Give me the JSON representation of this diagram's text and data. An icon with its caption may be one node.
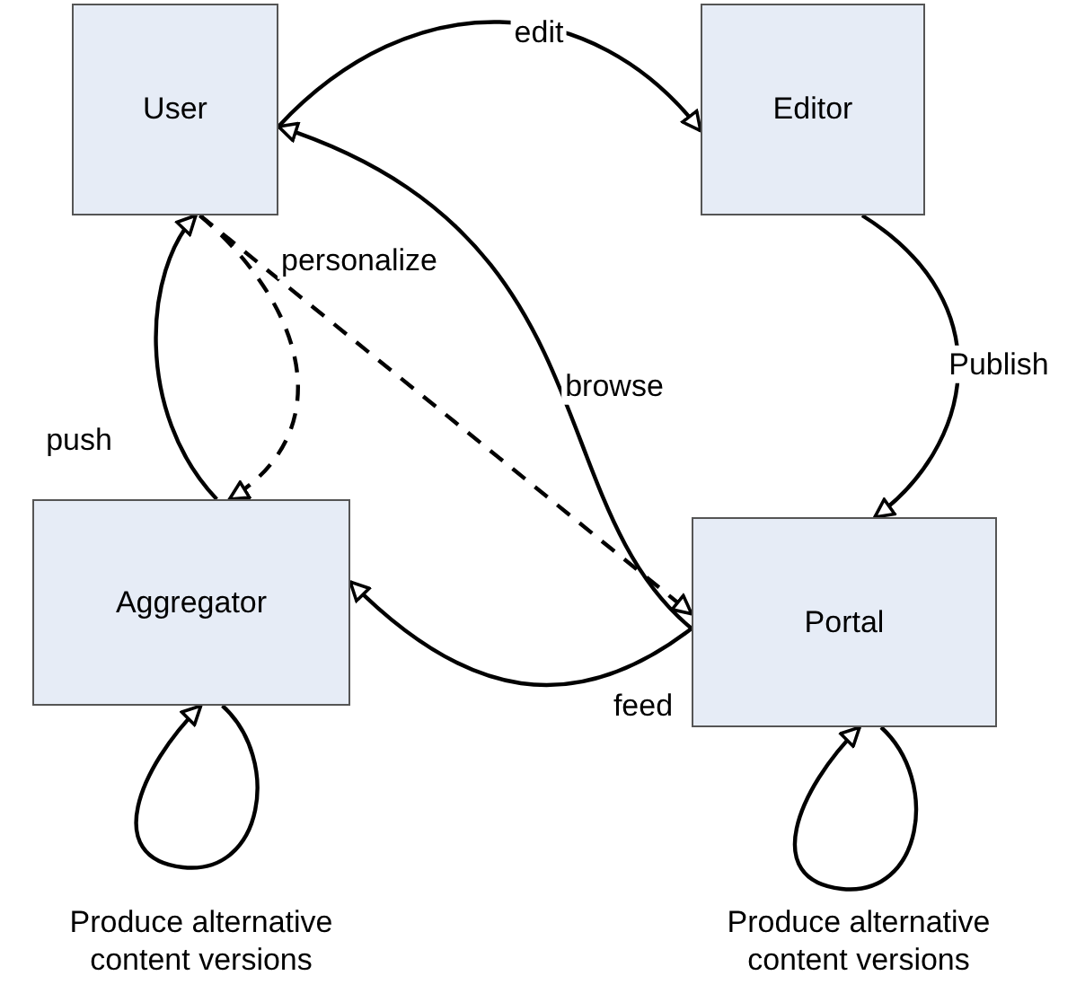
{
  "diagram": {
    "nodes": [
      {
        "text": [
          "User"
        ]
      },
      {
        "text": [
          "Editor"
        ]
      },
      {
        "text": [
          "Aggregator"
        ]
      },
      {
        "text": [
          "Portal"
        ]
      }
    ],
    "edges": [
      {
        "from": 0,
        "to": 1,
        "arrow": "to",
        "label": "edit"
      },
      {
        "from": 1,
        "to": 3,
        "arrow": "to",
        "label": "Publish"
      },
      {
        "from": 3,
        "to": 0,
        "arrow": "to",
        "label": "browse"
      },
      {
        "from": 3,
        "to": 2,
        "arrow": "to",
        "label": "feed"
      },
      {
        "from": 2,
        "to": 0,
        "arrow": "to",
        "label": "push"
      },
      {
        "from": 0,
        "to": 2,
        "arrow": "to",
        "style": "dashed",
        "label": "personalize"
      },
      {
        "from": 0,
        "to": 3,
        "arrow": "to",
        "style": "dashed"
      },
      {
        "from": 2,
        "to": 2,
        "arrow": "to",
        "label": "Produce alternative content versions"
      },
      {
        "from": 3,
        "to": 3,
        "arrow": "to",
        "label": "Produce alternative content versions"
      }
    ]
  }
}
